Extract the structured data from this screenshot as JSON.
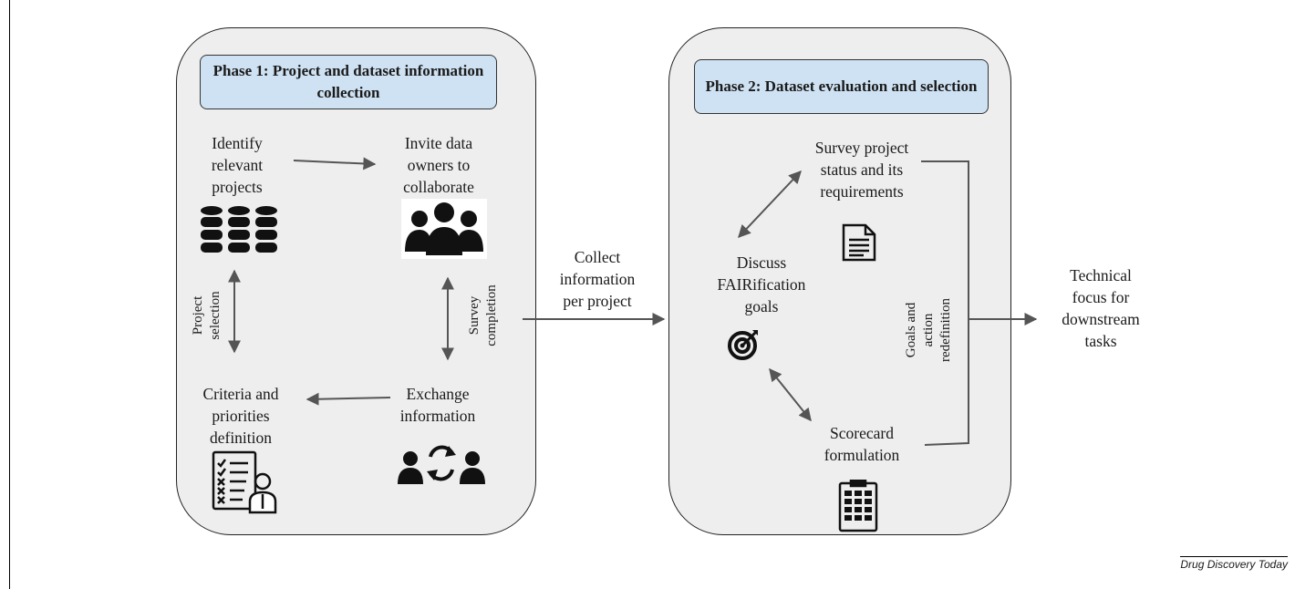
{
  "phase1": {
    "title": "Phase 1: Project and dataset information collection",
    "steps": {
      "identify": "Identify\nrelevant\nprojects",
      "invite": "Invite data\nowners to\ncollaborate",
      "criteria": "Criteria and\npriorities\ndefinition",
      "exchange": "Exchange\ninformation"
    },
    "arrows": {
      "project_selection": "Project\nselection",
      "survey_completion": "Survey\ncompletion"
    }
  },
  "middle": {
    "collect": "Collect\ninformation\nper project"
  },
  "phase2": {
    "title": "Phase 2: Dataset evaluation and selection",
    "steps": {
      "survey": "Survey project\nstatus and its\nrequirements",
      "discuss": "Discuss\nFAIRification\ngoals",
      "scorecard": "Scorecard\nformulation"
    },
    "bracket_label": "Goals and\naction\nredefinition"
  },
  "output": {
    "technical": "Technical\nfocus for\ndownstream\ntasks"
  },
  "footer": "Drug Discovery Today",
  "icons": {
    "databases": "database-icon",
    "people": "group-icon",
    "exchange": "exchange-icon",
    "checklist": "checklist-person-icon",
    "document": "document-icon",
    "target": "target-icon",
    "scorecard": "scorecard-icon"
  }
}
